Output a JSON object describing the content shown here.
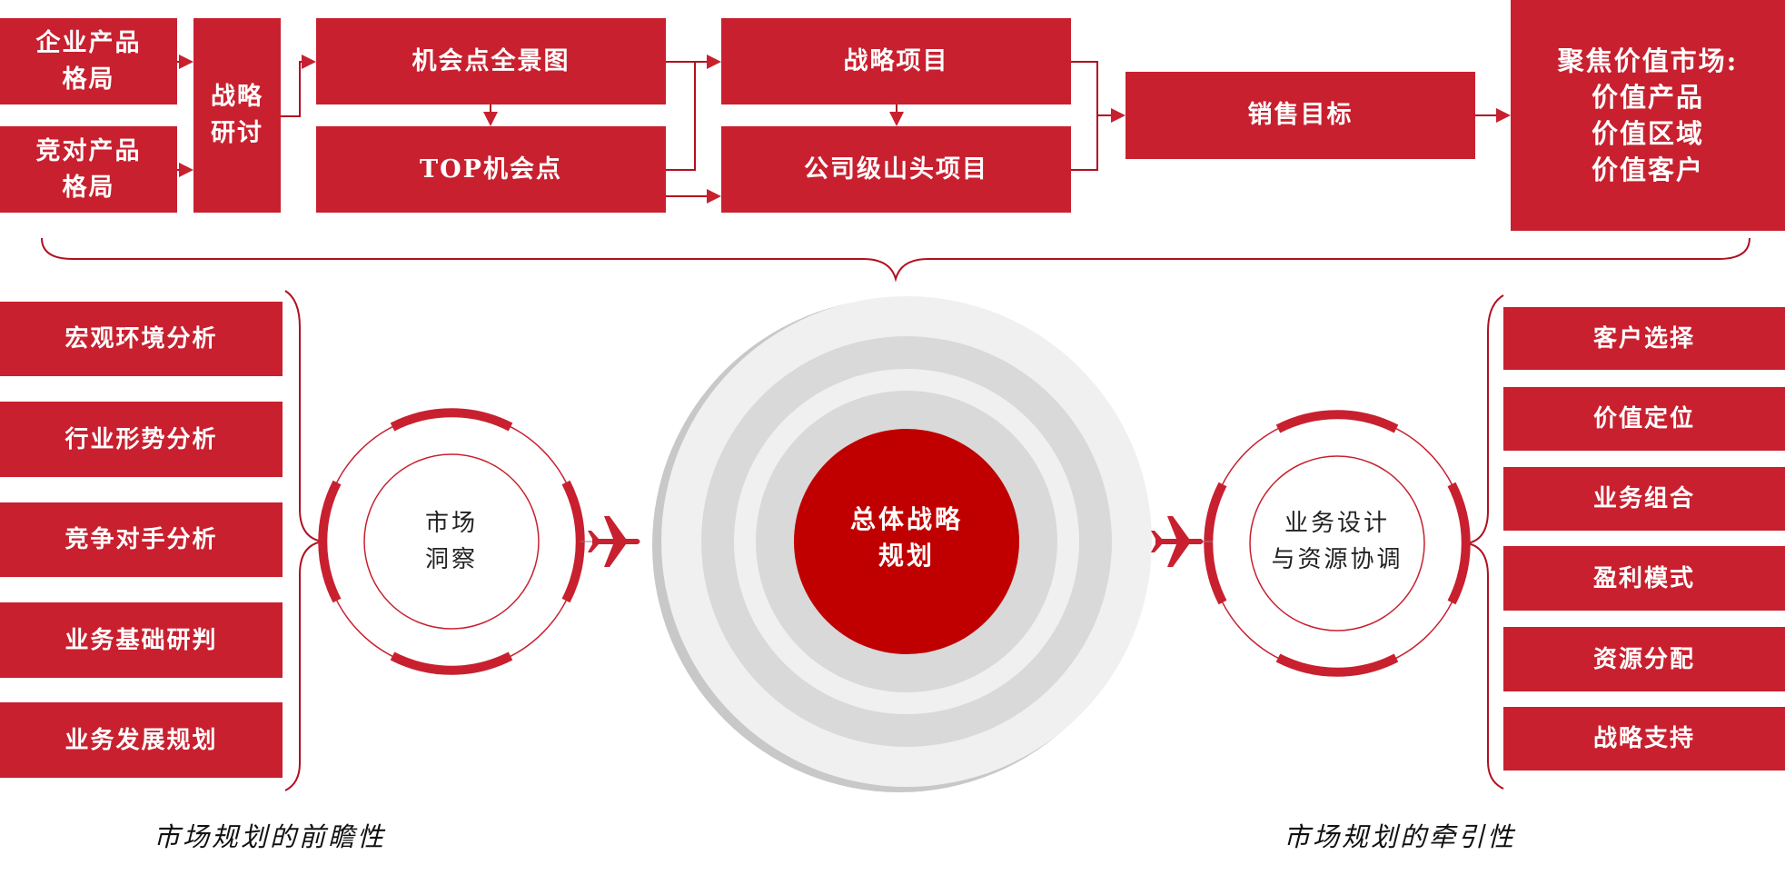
{
  "top_flow": {
    "enterprise_products": [
      "企业产品",
      "格局"
    ],
    "competitor_products": [
      "竞对产品",
      "格局"
    ],
    "strategy_discussion": [
      "战略",
      "研讨"
    ],
    "opportunity_panorama": "机会点全景图",
    "top_opportunities": "TOP机会点",
    "strategic_projects": "战略项目",
    "company_level_projects": "公司级山头项目",
    "sales_target": "销售目标",
    "value_market": [
      "聚焦价值市场:",
      "价值产品",
      "价值区域",
      "价值客户"
    ]
  },
  "left_items": [
    "宏观环境分析",
    "行业形势分析",
    "竞争对手分析",
    "业务基础研判",
    "业务发展规划"
  ],
  "left_circle": [
    "市场",
    "洞察"
  ],
  "center_circle": [
    "总体战略",
    "规划"
  ],
  "right_circle": [
    "业务设计",
    "与资源协调"
  ],
  "right_items": [
    "客户选择",
    "价值定位",
    "业务组合",
    "盈利模式",
    "资源分配",
    "战略支持"
  ],
  "left_caption": "市场规划的前瞻性",
  "right_caption": "市场规划的牵引性",
  "colors": {
    "accent": "#c8202f",
    "center_red": "#c00000",
    "ring_light": "#f0f0f0",
    "ring_dark": "#d9d9d9"
  }
}
